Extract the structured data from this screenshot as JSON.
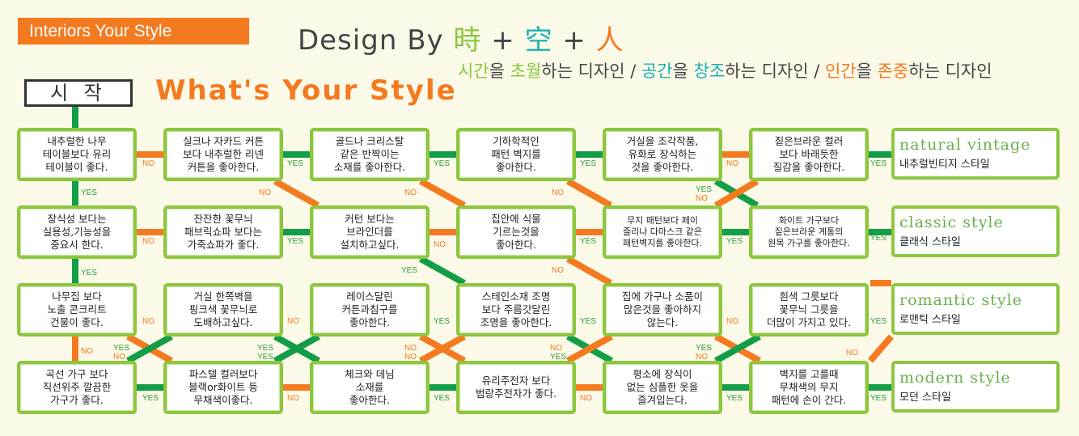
{
  "header": {
    "badge": "Interiors Your Style",
    "design_by": "Design By",
    "char1": "時",
    "char2": "空",
    "char3": "人",
    "plus": "+",
    "sub": {
      "p1a": "시간",
      "p1b": "을 ",
      "p1c": "초월",
      "p1d": "하는 디자인 / ",
      "p2a": "공간",
      "p2b": "을 ",
      "p2c": "창조",
      "p2d": "하는 디자인 / ",
      "p3a": "인간",
      "p3b": "을 ",
      "p3c": "존중",
      "p3d": "하는 디자인"
    },
    "start": "시 작",
    "whats": "What's Your Style"
  },
  "colors": {
    "green": "#8dc63f",
    "connector_green": "#129d46",
    "orange": "#f47a20",
    "teal": "#1bb1b5"
  },
  "nodes": [
    [
      "내추럴한 나무\n테이블보다 유리\n테이블이 좋다.",
      "실크나 자카드 커튼\n보다 내추럴한 리넨\n커튼을 좋아한다.",
      "골드나 크리스탈\n같은 반짝이는\n소재를 좋아한다.",
      "기하학적인\n패턴 벽지를\n좋아한다.",
      "거실을 조각작품,\n유화로 장식하는\n것을 좋아한다.",
      "짙은브라운 컬러\n보다 바래듯한\n질감을 좋아한다."
    ],
    [
      "장식성 보다는\n실용성,기능성을\n중요시 한다.",
      "잔잔한 꽃무늬\n패브릭쇼파 보다는\n가죽쇼파가 좋다.",
      "커턴 보다는\n브라인더를\n설치하고싶다.",
      "집안에 식물\n기르는것을\n좋아한다.",
      "무지 패턴보다 페이\n즐리나 다마스크 같은\n패턴벽지를 좋아한다.",
      "화이트 가구보다\n짙은브라운 계통의\n원목 가구를 좋아한다."
    ],
    [
      "나무집 보다\n노출 콘크리트\n건물이 좋다.",
      "거실 한쪽벽을\n핑크색 꽃무늬로\n도배하고싶다.",
      "레이스달린\n커튼과침구를\n좋아한다.",
      "스테인소재 조명\n보다 주름갓달린\n조명을 좋아한다.",
      "집에 가구나 소품이\n많은것을 좋아하지\n않는다.",
      "흰색 그릇보다\n꽃무늬 그릇을\n더많이 가지고 있다."
    ],
    [
      "곡선 가구 보다\n직선위주 깔끔한\n가구가 좋다.",
      "파스텔 컬러보다\n블랙or화이트 등\n무채색이좋다.",
      "체크와 데님\n소재를\n좋아한다.",
      "유리주전자 보다\n범랑주전자가 좋다.",
      "평소에 장식이\n없는 심플한 옷을\n즐겨입는다.",
      "벽지를 고를때\n무채색의 무지\n패턴에 손이 간다."
    ]
  ],
  "results": [
    {
      "en": "natural  vintage",
      "ko": "내추럴빈티지 스타일"
    },
    {
      "en": "classic  style",
      "ko": "클래식 스타일"
    },
    {
      "en": "romantic  style",
      "ko": "로맨틱 스타일"
    },
    {
      "en": "modern  style",
      "ko": "모던 스타일"
    }
  ],
  "labels": {
    "yes": "YES",
    "no": "NO"
  }
}
